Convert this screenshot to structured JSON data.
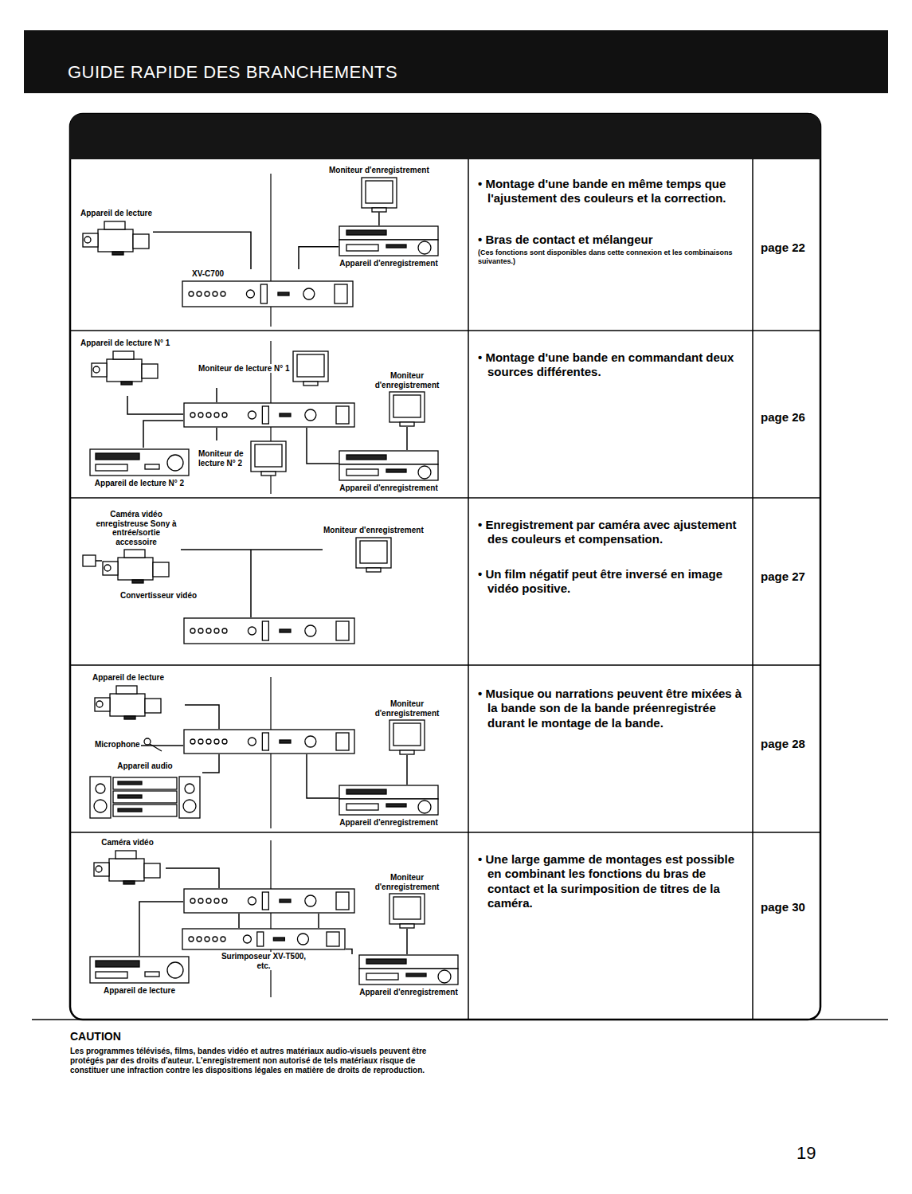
{
  "diagram": {
    "title": "GUIDE RAPIDE DES BRANCHEMENTS",
    "nodes": [
      {
        "text": [
          "Appareil de lecture"
        ]
      },
      {
        "text": [
          "XV-C700"
        ]
      },
      {
        "text": [
          "Moniteur d'enregistrement"
        ]
      },
      {
        "text": [
          "Appareil d'enregistrement"
        ]
      },
      {
        "text": [
          "Appareil de lecture N° 1"
        ]
      },
      {
        "text": [
          "Moniteur de lecture N° 1"
        ]
      },
      {
        "text": [
          "Moniteur d'enregistrement"
        ]
      },
      {
        "text": [
          "Moniteur de lecture N° 2"
        ]
      },
      {
        "text": [
          "Appareil de lecture N° 2"
        ]
      },
      {
        "text": [
          "Appareil d'enregistrement"
        ]
      },
      {
        "text": [
          "Caméra vidéo enregistreuse Sony à entrée/sortie accessoire"
        ]
      },
      {
        "text": [
          "Moniteur d'enregistrement"
        ]
      },
      {
        "text": [
          "Convertisseur vidéo"
        ]
      },
      {
        "text": [
          "Appareil de lecture"
        ]
      },
      {
        "text": [
          "Microphone"
        ]
      },
      {
        "text": [
          "Moniteur d'enregistrement"
        ]
      },
      {
        "text": [
          "Appareil audio"
        ]
      },
      {
        "text": [
          "Appareil d'enregistrement"
        ]
      },
      {
        "text": [
          "Caméra vidéo"
        ]
      },
      {
        "text": [
          "Moniteur d'enregistrement"
        ]
      },
      {
        "text": [
          "Surimposeur XV-T500, etc."
        ]
      },
      {
        "text": [
          "Appareil de lecture"
        ]
      },
      {
        "text": [
          "Appareil d'enregistrement"
        ]
      }
    ],
    "edges": [
      {
        "from": 0,
        "to": 1,
        "arrow": "none"
      },
      {
        "from": 1,
        "to": 3,
        "arrow": "none"
      },
      {
        "from": 2,
        "to": 3,
        "arrow": "none"
      },
      {
        "from": 6,
        "to": 9,
        "arrow": "none"
      },
      {
        "from": 10,
        "to": 11,
        "arrow": "none"
      },
      {
        "from": 15,
        "to": 17,
        "arrow": "none"
      },
      {
        "from": 19,
        "to": 22,
        "arrow": "none"
      },
      {
        "from": 20,
        "to": 22,
        "arrow": "none"
      }
    ],
    "labels": [
      "• Montage d'une bande en même temps que l'ajustement des couleurs et la correction.",
      "• Bras de contact et mélangeur",
      "(Ces fonctions sont disponibles dans cette connexion et les combinaisons suivantes.)",
      "page 22",
      "• Montage d'une bande en commandant deux sources différentes.",
      "page 26",
      "• Enregistrement par caméra avec ajustement des couleurs et compensation.",
      "• Un film négatif peut être inversé en image vidéo positive.",
      "page 27",
      "• Musique ou narrations peuvent être mixées à la bande son de la bande préenregistrée durant le montage de la bande.",
      "page 28",
      "• Une large gamme de montages est possible en combinant les fonctions du bras de contact et la surimposition de titres de la caméra.",
      "page 30",
      "CAUTION",
      "Les programmes télévisés, films, bandes vidéo et autres matériaux audio-visuels peuvent être protégés par des droits d'auteur. L'enregistrement non autorisé de tels matériaux risque de constituer une infraction contre les dispositions légales en matière de droits de reproduction.",
      "19"
    ]
  }
}
